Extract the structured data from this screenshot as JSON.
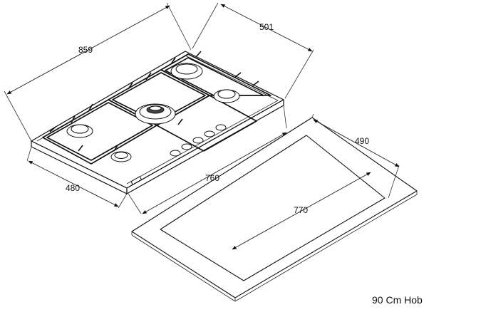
{
  "diagram": {
    "dimensions": {
      "hob_width": "859",
      "hob_depth": "501",
      "hob_front_depth": "480",
      "hob_front_width": "760",
      "cutout_depth": "490",
      "cutout_width": "770"
    },
    "caption": "90 Cm Hob"
  }
}
